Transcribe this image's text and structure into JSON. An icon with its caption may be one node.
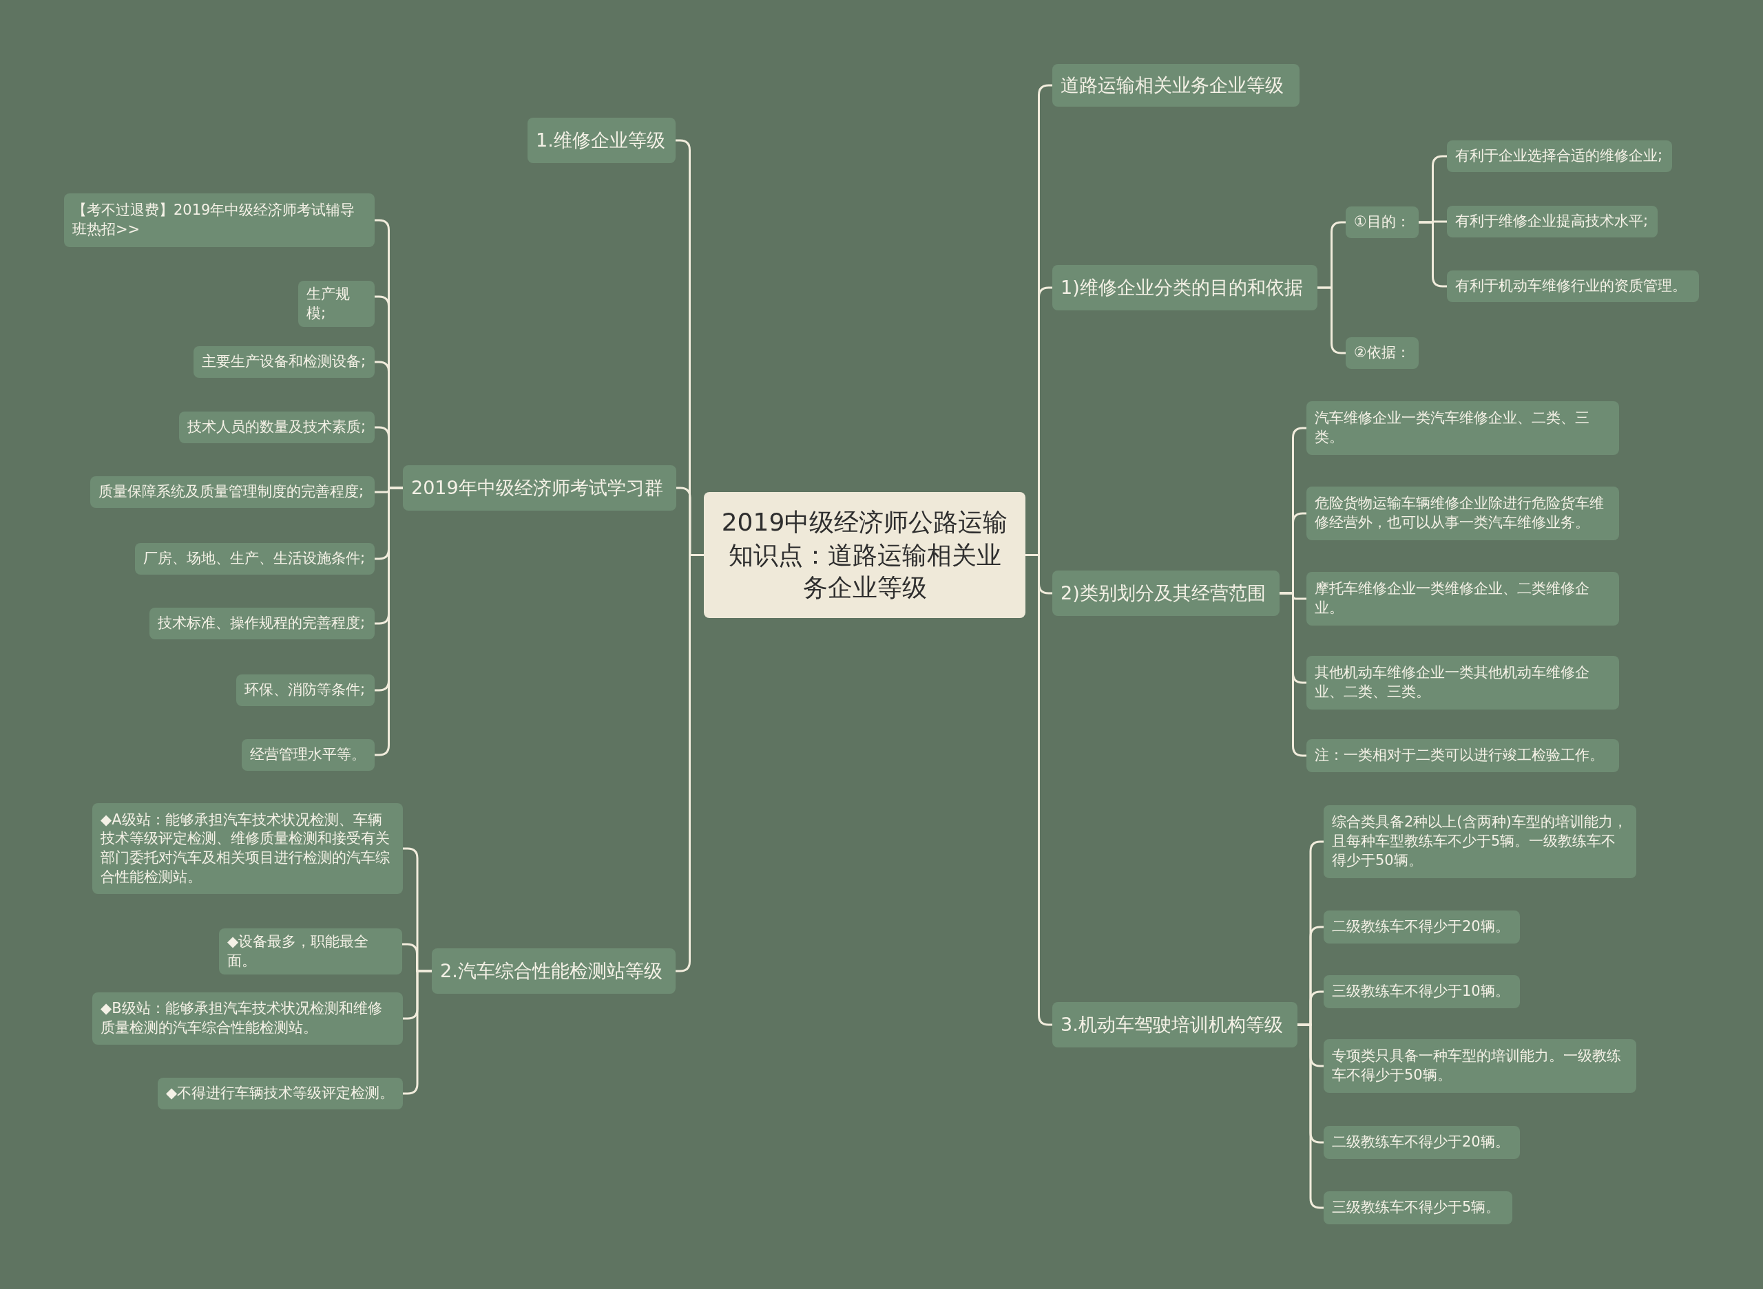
{
  "diagram": {
    "nodes": [
      {
        "text": [
          "2019中级经济师公路运输知识点：道路运输相关业务企业等级"
        ]
      },
      {
        "text": [
          "1.维修企业等级"
        ]
      },
      {
        "text": [
          "2019年中级经济师考试学习群"
        ]
      },
      {
        "text": [
          "【考不过退费】2019年中级经济师考试辅导班热招>>"
        ]
      },
      {
        "text": [
          "生产规模;"
        ]
      },
      {
        "text": [
          "主要生产设备和检测设备;"
        ]
      },
      {
        "text": [
          "技术人员的数量及技术素质;"
        ]
      },
      {
        "text": [
          "质量保障系统及质量管理制度的完善程度;"
        ]
      },
      {
        "text": [
          "厂房、场地、生产、生活设施条件;"
        ]
      },
      {
        "text": [
          "技术标准、操作规程的完善程度;"
        ]
      },
      {
        "text": [
          "环保、消防等条件;"
        ]
      },
      {
        "text": [
          "经营管理水平等。"
        ]
      },
      {
        "text": [
          "2.汽车综合性能检测站等级"
        ]
      },
      {
        "text": [
          "◆A级站：能够承担汽车技术状况检测、车辆技术等级评定检测、维修质量检测和接受有关部门委托对汽车及相关项目进行检测的汽车综合性能检测站。"
        ]
      },
      {
        "text": [
          "◆设备最多，职能最全面。"
        ]
      },
      {
        "text": [
          "◆B级站：能够承担汽车技术状况检测和维修质量检测的汽车综合性能检测站。"
        ]
      },
      {
        "text": [
          "◆不得进行车辆技术等级评定检测。"
        ]
      },
      {
        "text": [
          "道路运输相关业务企业等级"
        ]
      },
      {
        "text": [
          "1)维修企业分类的目的和依据"
        ]
      },
      {
        "text": [
          "①目的："
        ]
      },
      {
        "text": [
          "有利于企业选择合适的维修企业;"
        ]
      },
      {
        "text": [
          "有利于维修企业提高技术水平;"
        ]
      },
      {
        "text": [
          "有利于机动车维修行业的资质管理。"
        ]
      },
      {
        "text": [
          "②依据："
        ]
      },
      {
        "text": [
          "2)类别划分及其经营范围"
        ]
      },
      {
        "text": [
          "汽车维修企业一类汽车维修企业、二类、三类。"
        ]
      },
      {
        "text": [
          "危险货物运输车辆维修企业除进行危险货车维修经营外，也可以从事一类汽车维修业务。"
        ]
      },
      {
        "text": [
          "摩托车维修企业一类维修企业、二类维修企业。"
        ]
      },
      {
        "text": [
          "其他机动车维修企业一类其他机动车维修企业、二类、三类。"
        ]
      },
      {
        "text": [
          "注：一类相对于二类可以进行竣工检验工作。"
        ]
      },
      {
        "text": [
          "3.机动车驾驶培训机构等级"
        ]
      },
      {
        "text": [
          "综合类具备2种以上(含两种)车型的培训能力，且每种车型教练车不少于5辆。一级教练车不得少于50辆。"
        ]
      },
      {
        "text": [
          "二级教练车不得少于20辆。"
        ]
      },
      {
        "text": [
          "三级教练车不得少于10辆。"
        ]
      },
      {
        "text": [
          "专项类只具备一种车型的培训能力。一级教练车不得少于50辆。"
        ]
      },
      {
        "text": [
          "二级教练车不得少于20辆。"
        ]
      },
      {
        "text": [
          "三级教练车不得少于5辆。"
        ]
      }
    ],
    "edges": [
      {
        "from": 0,
        "to": 1,
        "arrow": "none"
      },
      {
        "from": 0,
        "to": 2,
        "arrow": "none"
      },
      {
        "from": 2,
        "to": 3,
        "arrow": "none"
      },
      {
        "from": 2,
        "to": 4,
        "arrow": "none"
      },
      {
        "from": 2,
        "to": 5,
        "arrow": "none"
      },
      {
        "from": 2,
        "to": 6,
        "arrow": "none"
      },
      {
        "from": 2,
        "to": 7,
        "arrow": "none"
      },
      {
        "from": 2,
        "to": 8,
        "arrow": "none"
      },
      {
        "from": 2,
        "to": 9,
        "arrow": "none"
      },
      {
        "from": 2,
        "to": 10,
        "arrow": "none"
      },
      {
        "from": 2,
        "to": 11,
        "arrow": "none"
      },
      {
        "from": 0,
        "to": 12,
        "arrow": "none"
      },
      {
        "from": 12,
        "to": 13,
        "arrow": "none"
      },
      {
        "from": 12,
        "to": 14,
        "arrow": "none"
      },
      {
        "from": 12,
        "to": 15,
        "arrow": "none"
      },
      {
        "from": 12,
        "to": 16,
        "arrow": "none"
      },
      {
        "from": 0,
        "to": 17,
        "arrow": "none"
      },
      {
        "from": 0,
        "to": 18,
        "arrow": "none"
      },
      {
        "from": 18,
        "to": 19,
        "arrow": "none"
      },
      {
        "from": 19,
        "to": 20,
        "arrow": "none"
      },
      {
        "from": 19,
        "to": 21,
        "arrow": "none"
      },
      {
        "from": 19,
        "to": 22,
        "arrow": "none"
      },
      {
        "from": 18,
        "to": 23,
        "arrow": "none"
      },
      {
        "from": 0,
        "to": 24,
        "arrow": "none"
      },
      {
        "from": 24,
        "to": 25,
        "arrow": "none"
      },
      {
        "from": 24,
        "to": 26,
        "arrow": "none"
      },
      {
        "from": 24,
        "to": 27,
        "arrow": "none"
      },
      {
        "from": 24,
        "to": 28,
        "arrow": "none"
      },
      {
        "from": 24,
        "to": 29,
        "arrow": "none"
      },
      {
        "from": 0,
        "to": 30,
        "arrow": "none"
      },
      {
        "from": 30,
        "to": 31,
        "arrow": "none"
      },
      {
        "from": 30,
        "to": 32,
        "arrow": "none"
      },
      {
        "from": 30,
        "to": 33,
        "arrow": "none"
      },
      {
        "from": 30,
        "to": 34,
        "arrow": "none"
      },
      {
        "from": 30,
        "to": 35,
        "arrow": "none"
      },
      {
        "from": 30,
        "to": 36,
        "arrow": "none"
      }
    ]
  }
}
